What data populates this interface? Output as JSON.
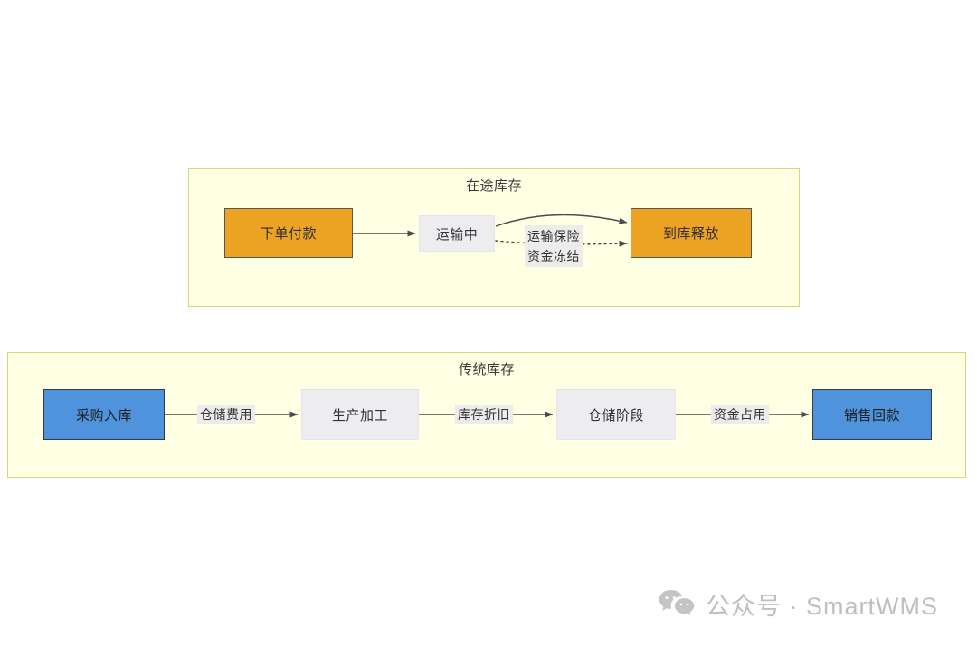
{
  "diagram": {
    "groups": [
      {
        "id": "in-transit",
        "title": "在途库存",
        "nodes": [
          {
            "id": "order-payment",
            "label": "下单付款",
            "style": "orange"
          },
          {
            "id": "in-transit",
            "label": "运输中",
            "style": "gray"
          },
          {
            "id": "arrival-release",
            "label": "到库释放",
            "style": "orange"
          }
        ],
        "edges": [
          {
            "from": "order-payment",
            "to": "in-transit",
            "label": "",
            "line": "solid"
          },
          {
            "from": "in-transit",
            "to": "arrival-release",
            "label": "",
            "line": "solid-curved"
          },
          {
            "from": "in-transit",
            "to": "arrival-release",
            "label": "运输保险\n资金冻结",
            "line": "dotted"
          }
        ]
      },
      {
        "id": "traditional",
        "title": "传统库存",
        "nodes": [
          {
            "id": "purchase-inbound",
            "label": "采购入库",
            "style": "blue"
          },
          {
            "id": "production",
            "label": "生产加工",
            "style": "gray"
          },
          {
            "id": "warehouse-stage",
            "label": "仓储阶段",
            "style": "gray"
          },
          {
            "id": "sales-return",
            "label": "销售回款",
            "style": "blue"
          }
        ],
        "edges": [
          {
            "from": "purchase-inbound",
            "to": "production",
            "label": "仓储费用",
            "line": "solid"
          },
          {
            "from": "production",
            "to": "warehouse-stage",
            "label": "库存折旧",
            "line": "solid"
          },
          {
            "from": "warehouse-stage",
            "to": "sales-return",
            "label": "资金占用",
            "line": "solid"
          }
        ]
      }
    ],
    "edge_labels": {
      "warehouse_fee": "仓储费用",
      "inventory_depreciation": "库存折旧",
      "capital_occupation": "资金占用",
      "transport_insurance_line1": "运输保险",
      "transport_insurance_line2": "资金冻结"
    }
  },
  "watermark": {
    "icon": "wechat-icon",
    "text": "公众号 · SmartWMS"
  },
  "colors": {
    "group_background": "#ffffe4",
    "group_border": "#d6d67a",
    "node_orange": "#eca324",
    "node_blue": "#4f93dd",
    "node_gray": "#ededf0",
    "edge_line": "#4a4a4a",
    "label_background": "#eaeaea",
    "watermark_text": "#bfbfbf"
  }
}
